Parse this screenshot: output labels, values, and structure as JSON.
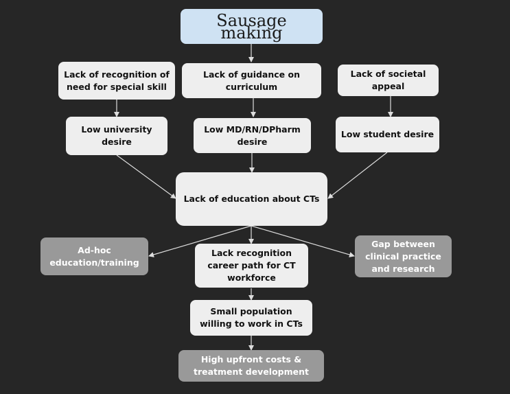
{
  "diagram": {
    "title": "Sausage making",
    "nodes": {
      "lack_recognition_skill": "Lack of recognition of need for special skill",
      "lack_guidance_curriculum": "Lack of guidance on curriculum",
      "lack_societal_appeal": "Lack of societal appeal",
      "low_university_desire": "Low university desire",
      "low_md_rn_dpharm_desire": "Low MD/RN/DPharm desire",
      "low_student_desire": "Low student desire",
      "lack_education_cts": "Lack of education about CTs",
      "adhoc_education": "Ad-hoc education/training",
      "lack_recognition_career": "Lack recognition career path for CT workforce",
      "gap_clinical_research": "Gap between clinical practice and research",
      "small_population": "Small population willing to work in CTs",
      "high_upfront_costs": "High upfront costs & treatment development"
    },
    "edges": [
      [
        "title",
        "lack_guidance_curriculum"
      ],
      [
        "lack_recognition_skill",
        "low_university_desire"
      ],
      [
        "lack_guidance_curriculum",
        "low_md_rn_dpharm_desire"
      ],
      [
        "lack_societal_appeal",
        "low_student_desire"
      ],
      [
        "low_university_desire",
        "lack_education_cts"
      ],
      [
        "low_md_rn_dpharm_desire",
        "lack_education_cts"
      ],
      [
        "low_student_desire",
        "lack_education_cts"
      ],
      [
        "lack_education_cts",
        "adhoc_education"
      ],
      [
        "lack_education_cts",
        "lack_recognition_career"
      ],
      [
        "lack_education_cts",
        "gap_clinical_research"
      ],
      [
        "lack_recognition_career",
        "small_population"
      ],
      [
        "small_population",
        "high_upfront_costs"
      ]
    ]
  },
  "colors": {
    "background": "#262626",
    "title_fill": "#cfe2f3",
    "light_node_fill": "#eeeeee",
    "gray_node_fill": "#999999",
    "edge": "#dddddd"
  }
}
